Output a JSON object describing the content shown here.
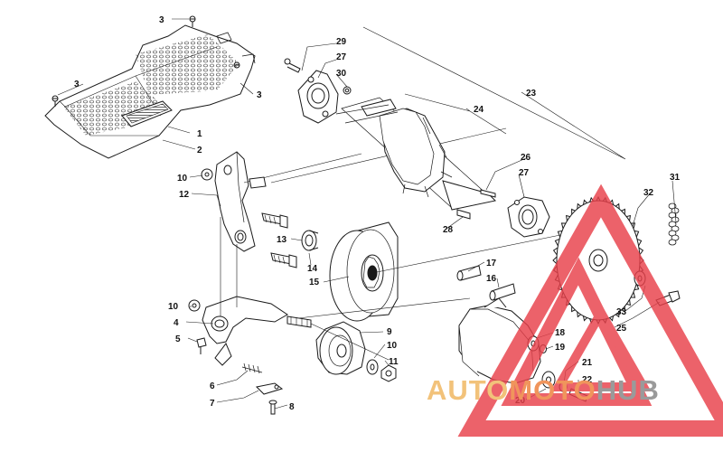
{
  "diagram": {
    "callouts": [
      {
        "id": "c-3a",
        "text": "3"
      },
      {
        "id": "c-3b",
        "text": "3"
      },
      {
        "id": "c-3c",
        "text": "3"
      },
      {
        "id": "c-1",
        "text": "1"
      },
      {
        "id": "c-2",
        "text": "2"
      },
      {
        "id": "c-29",
        "text": "29"
      },
      {
        "id": "c-27a",
        "text": "27"
      },
      {
        "id": "c-30",
        "text": "30"
      },
      {
        "id": "c-23",
        "text": "23"
      },
      {
        "id": "c-24",
        "text": "24"
      },
      {
        "id": "c-26",
        "text": "26"
      },
      {
        "id": "c-27b",
        "text": "27"
      },
      {
        "id": "c-28",
        "text": "28"
      },
      {
        "id": "c-31",
        "text": "31"
      },
      {
        "id": "c-32",
        "text": "32"
      },
      {
        "id": "c-10a",
        "text": "10"
      },
      {
        "id": "c-12",
        "text": "12"
      },
      {
        "id": "c-13",
        "text": "13"
      },
      {
        "id": "c-14",
        "text": "14"
      },
      {
        "id": "c-15",
        "text": "15"
      },
      {
        "id": "c-17",
        "text": "17"
      },
      {
        "id": "c-16",
        "text": "16"
      },
      {
        "id": "c-10b",
        "text": "10"
      },
      {
        "id": "c-4",
        "text": "4"
      },
      {
        "id": "c-5",
        "text": "5"
      },
      {
        "id": "c-9",
        "text": "9"
      },
      {
        "id": "c-10c",
        "text": "10"
      },
      {
        "id": "c-11",
        "text": "11"
      },
      {
        "id": "c-6",
        "text": "6"
      },
      {
        "id": "c-7",
        "text": "7"
      },
      {
        "id": "c-8",
        "text": "8"
      },
      {
        "id": "c-18",
        "text": "18"
      },
      {
        "id": "c-19",
        "text": "19"
      },
      {
        "id": "c-33",
        "text": "33"
      },
      {
        "id": "c-25",
        "text": "25"
      },
      {
        "id": "c-21",
        "text": "21"
      },
      {
        "id": "c-22",
        "text": "22"
      },
      {
        "id": "c-20",
        "text": "20"
      }
    ]
  },
  "watermark": {
    "brand_part1": "AUTO",
    "brand_part2": "MOTO",
    "brand_part3": "HUB",
    "colors": {
      "triangle": "#e8404a",
      "auto": "#f2c27a",
      "moto": "#f0955c",
      "hub": "#9a9a9a"
    }
  }
}
